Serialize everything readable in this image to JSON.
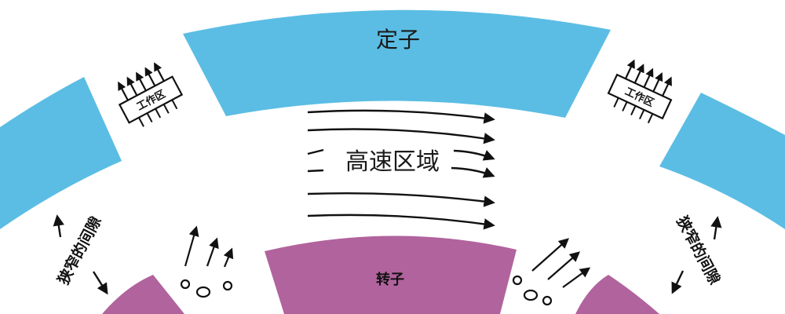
{
  "labels": {
    "stator": "定子",
    "rotor": "转子",
    "high_speed_zone": "高速区域",
    "work_zone_left": "工作区",
    "work_zone_right": "工作区",
    "narrow_gap_left": "狭窄的间隙",
    "narrow_gap_right": "狭窄的间隙"
  },
  "colors": {
    "stator": "#5bbde4",
    "rotor": "#b1639d",
    "stroke": "#111111",
    "background": "#ffffff"
  },
  "icons": {
    "work_zone": "chip-with-upward-arrows",
    "flow": "right-arrow",
    "bubbles": "circles",
    "gap": "up-down-arrows"
  }
}
